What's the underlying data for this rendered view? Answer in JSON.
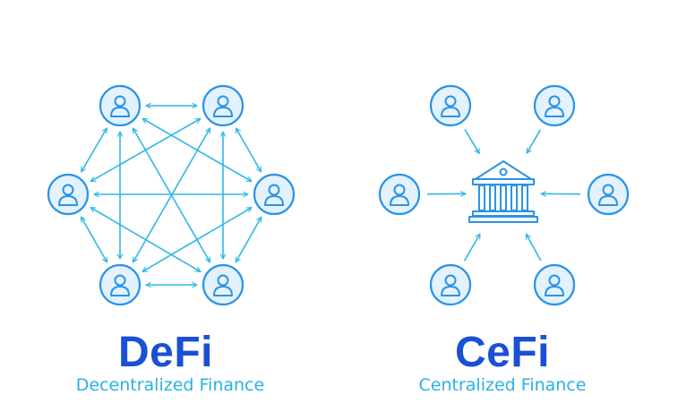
{
  "colors": {
    "title": "#1a4fd6",
    "accent": "#2fb7e6",
    "icon_stroke": "#2a93e8",
    "icon_fill": "#e3f2fd",
    "subtitle": "#2ab0e6"
  },
  "defi": {
    "title": "DeFi",
    "subtitle": "Decentralized Finance",
    "node_icon": "user-icon",
    "topology": "peer-to-peer mesh"
  },
  "cefi": {
    "title": "CeFi",
    "subtitle": "Centralized Finance",
    "node_icon": "user-icon",
    "hub_icon": "bank-icon",
    "topology": "hub-and-spoke"
  }
}
